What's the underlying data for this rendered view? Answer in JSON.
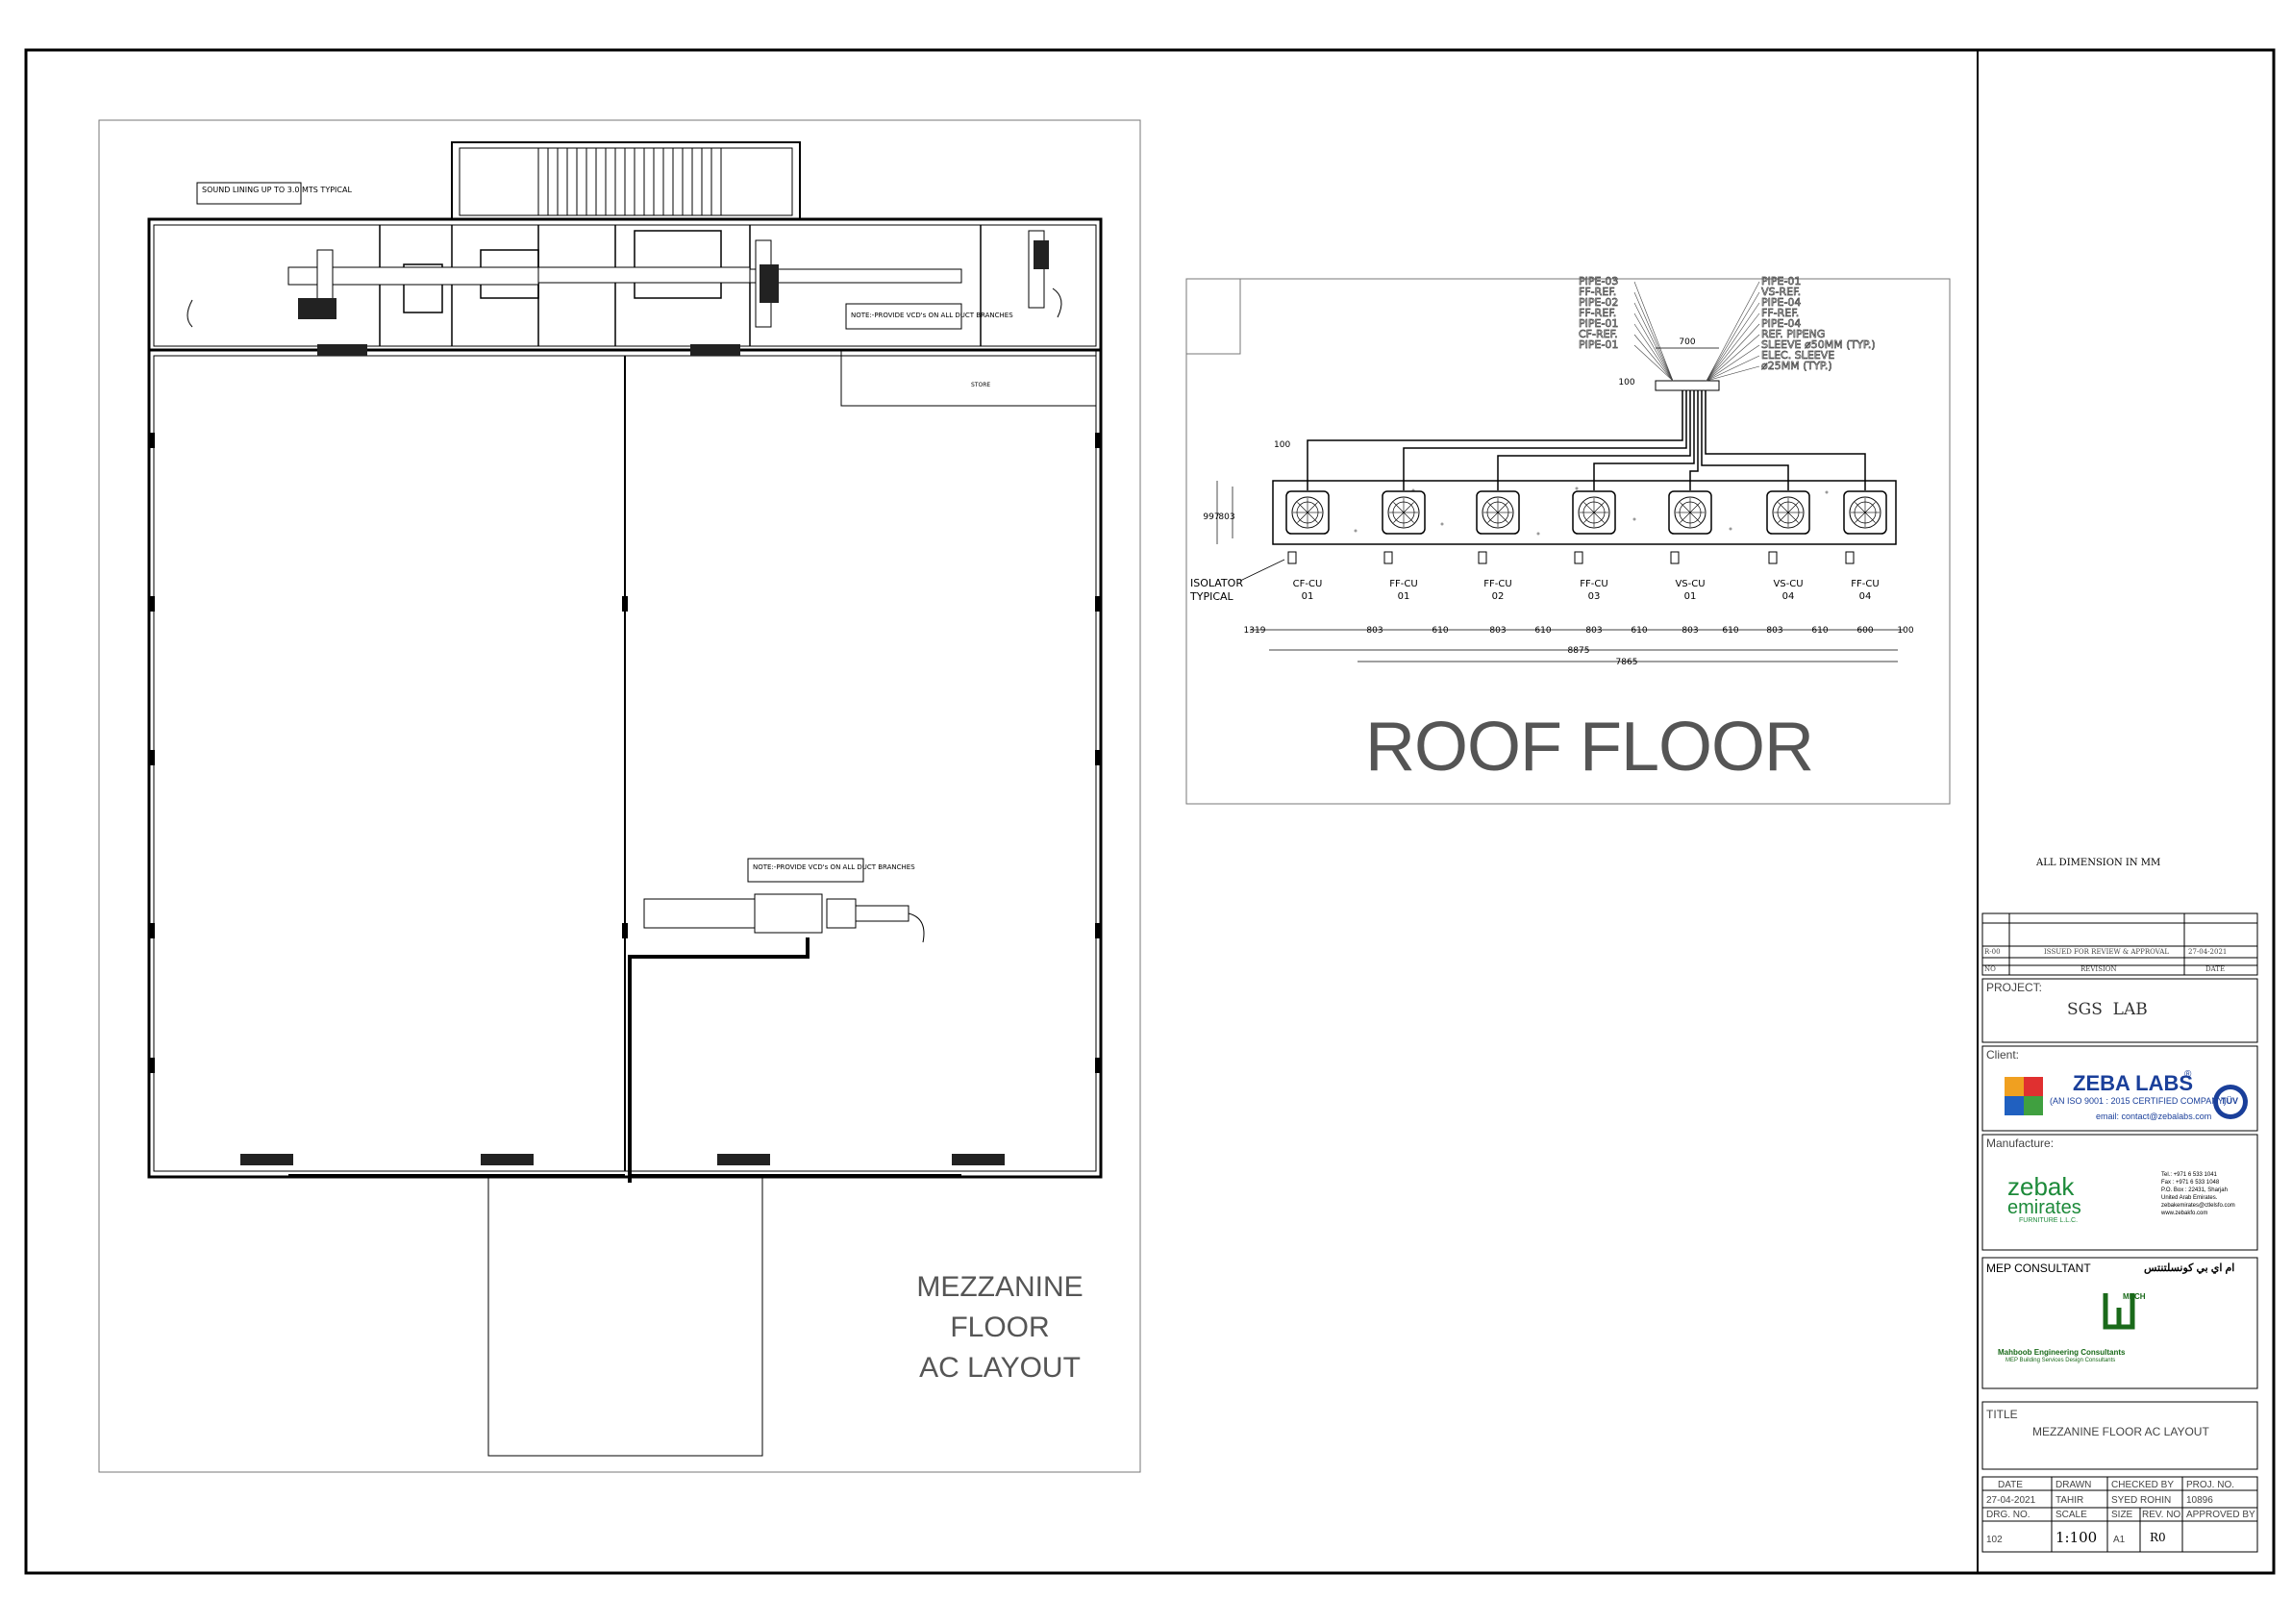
{
  "mezzanine": {
    "note_sound": "SOUND LINING UP TO 3.0 MTS TYPICAL",
    "note_vcd_top": "NOTE:-PROVIDE VCD's ON ALL DUCT BRANCHES",
    "note_vcd_bottom": "NOTE:-PROVIDE VCD's ON ALL DUCT BRANCHES",
    "room_store": "STORE",
    "title_line1": "MEZZANINE FLOOR",
    "title_line2": "AC LAYOUT"
  },
  "roof": {
    "title": "ROOF FLOOR",
    "pipe_labels_left": [
      "PIPE-03",
      "FF-REF.",
      "PIPE-02",
      "FF-REF.",
      "PIPE-01",
      "CF-REF.",
      "PIPE-01"
    ],
    "pipe_labels_right": [
      "PIPE-01",
      "VS-REF.",
      "PIPE-04",
      "FF-REF.",
      "PIPE-04",
      "REF. PIPENG",
      "SLEEVE ø50MM (TYP.)",
      "ELEC. SLEEVE",
      "ø25MM (TYP.)"
    ],
    "dim_sleeve_width": "700",
    "dim_sleeve_height": "100",
    "dim_left_offset": "100",
    "dim_depth_outer": "997",
    "dim_depth_inner": "803",
    "isolator_label": [
      "ISOLATOR",
      "TYPICAL"
    ],
    "units": [
      {
        "tag": "CF-CU",
        "num": "01"
      },
      {
        "tag": "FF-CU",
        "num": "01"
      },
      {
        "tag": "FF-CU",
        "num": "02"
      },
      {
        "tag": "FF-CU",
        "num": "03"
      },
      {
        "tag": "VS-CU",
        "num": "01"
      },
      {
        "tag": "VS-CU",
        "num": "04"
      },
      {
        "tag": "FF-CU",
        "num": "04"
      }
    ],
    "dim_row": [
      "1319",
      "803",
      "610",
      "803",
      "610",
      "803",
      "610",
      "803",
      "610",
      "803",
      "610",
      "600",
      "100"
    ],
    "dim_total_1": "8875",
    "dim_total_2": "7865"
  },
  "titleblock": {
    "all_dimension": "ALL DIMENSION IN MM",
    "rev_row_1": {
      "rev": "R-00",
      "desc": "ISSUED FOR REVIEW & APPROVAL",
      "date": "27-04-2021"
    },
    "rev_row_2": {
      "rev": "NO",
      "desc": "REVISION",
      "date": "DATE"
    },
    "project_label": "PROJECT:",
    "project_name": "SGS  LAB",
    "client_label": "Client:",
    "client_name": "ZEBA LABS",
    "client_reg": "®",
    "client_iso": "(AN ISO 9001 : 2015 CERTIFIED COMPANY)",
    "client_email": "email: contact@zebalabs.com",
    "client_tuv": "TÜV",
    "manufacture_label": "Manufacture:",
    "manu_name_1": "zebak",
    "manu_name_2": "emirates",
    "manu_sub": "FURNITURE L.L.C.",
    "manu_contact": [
      "Tel.: +971 6 533 1041",
      "Fax : +971 6 533 1048",
      "P.O. Box : 22431, Sharjah",
      "United Arab Emirates.",
      "zebakemirates@ctlelsfo.com",
      "www.zebakfo.com"
    ],
    "mep_label": "MEP CONSULTANT",
    "mep_arabic": "ام اي بي كونسلتنتس",
    "mep_company": "Mahboob Engineering Consultants",
    "mep_company_sub": "MEP Building Services Design Consultants",
    "mep_logo": "MECH",
    "title_label": "TITLE",
    "title_value": "MEZZANINE FLOOR AC LAYOUT",
    "hdr": {
      "date": "DATE",
      "drawn": "DRAWN",
      "checked": "CHECKED BY",
      "proj_no": "PROJ. NO.",
      "drg_no": "DRG. NO.",
      "scale": "SCALE",
      "size": "SIZE",
      "rev_no": "REV. NO.",
      "approved": "APPROVED BY"
    },
    "vals": {
      "date": "27-04-2021",
      "drawn": "TAHIR",
      "checked": "SYED ROHIN",
      "proj_no": "10896",
      "drg_no": "102",
      "scale": "1:100",
      "size": "A1",
      "rev_no": "R0"
    }
  }
}
